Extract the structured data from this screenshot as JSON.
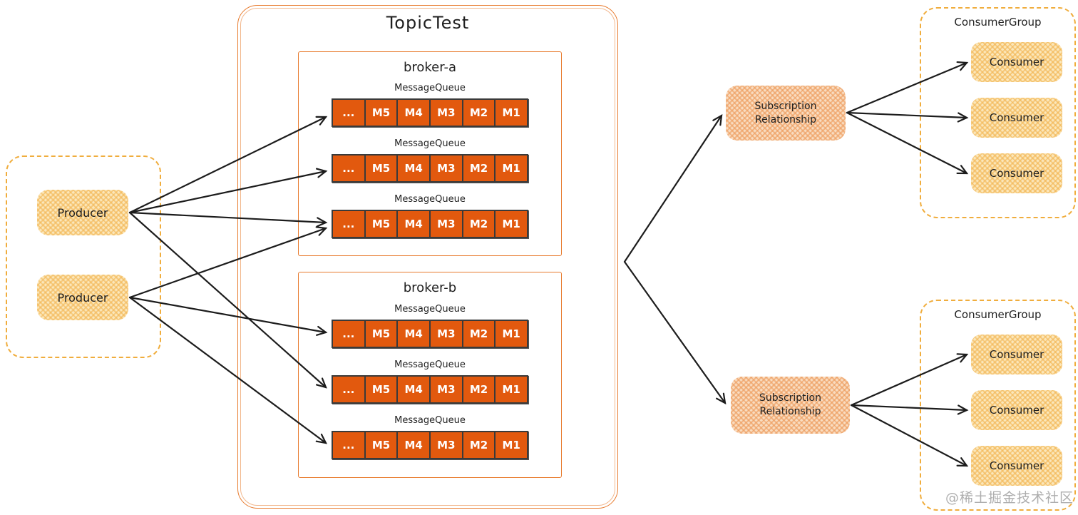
{
  "diagram": {
    "watermark": "@稀土掘金技术社区",
    "producers_group": {
      "producers": [
        {
          "label": "Producer"
        },
        {
          "label": "Producer"
        }
      ]
    },
    "topic": {
      "title": "TopicTest",
      "queue_label": "MessageQueue",
      "queue_cells": [
        "...",
        "M5",
        "M4",
        "M3",
        "M2",
        "M1"
      ],
      "brokers": [
        {
          "name": "broker-a"
        },
        {
          "name": "broker-b"
        }
      ]
    },
    "subscriptions": [
      {
        "label": "Subscription Relationship"
      },
      {
        "label": "Subscription Relationship"
      }
    ],
    "consumer_groups": [
      {
        "title": "ConsumerGroup",
        "consumers": [
          {
            "label": "Consumer"
          },
          {
            "label": "Consumer"
          },
          {
            "label": "Consumer"
          }
        ]
      },
      {
        "title": "ConsumerGroup",
        "consumers": [
          {
            "label": "Consumer"
          },
          {
            "label": "Consumer"
          },
          {
            "label": "Consumer"
          }
        ]
      }
    ],
    "colors": {
      "queue_fill": "#e2590e",
      "queue_border": "#3a3a3a",
      "topic_border": "#e87b2e",
      "dashed_border": "#f0ad3d",
      "yellow_hatch": "#f2b24c",
      "orange_hatch": "#ed9b5c",
      "arrow": "#1c1c1c",
      "text": "#1f1f1f",
      "watermark_gray": "#9a9a9a"
    }
  }
}
